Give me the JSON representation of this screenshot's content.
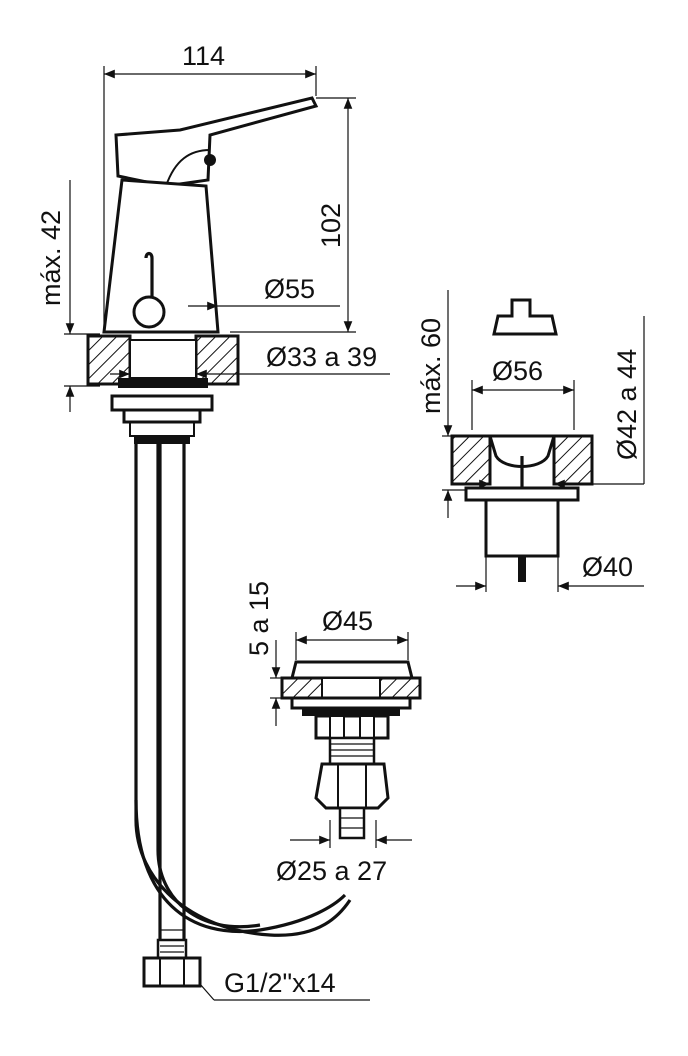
{
  "dimensions": {
    "width_114": "114",
    "height_102": "102",
    "max_42": "máx. 42",
    "dia_55": "Ø55",
    "dia_33_39": "Ø33 a 39",
    "max_60": "máx. 60",
    "dia_56": "Ø56",
    "dia_42_44": "Ø42 a 44",
    "dia_40": "Ø40",
    "range_5_15": "5 a 15",
    "dia_45": "Ø45",
    "dia_25_27": "Ø25 a 27",
    "thread": "G1/2\"x14"
  },
  "colors": {
    "ink": "#111111",
    "paper": "#ffffff"
  }
}
